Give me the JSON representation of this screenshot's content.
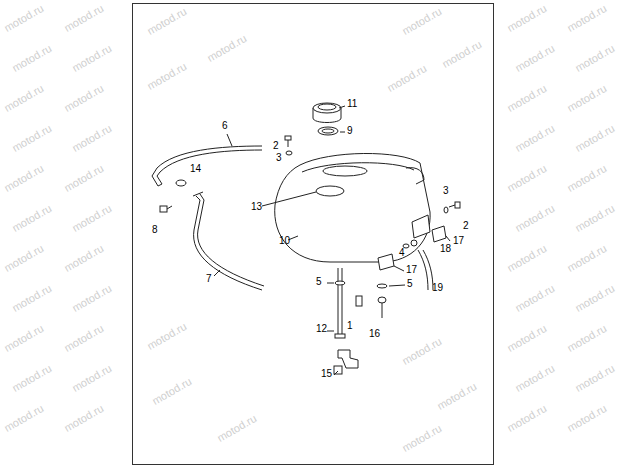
{
  "diagram": {
    "labels": [
      "11",
      "9",
      "6",
      "2",
      "3",
      "14",
      "13",
      "8",
      "10",
      "7",
      "3",
      "2",
      "17",
      "18",
      "4",
      "17",
      "5",
      "5",
      "19",
      "1",
      "12",
      "16",
      "15",
      "motod.ru",
      "motod.ru",
      "motod.ru",
      "motod.ru",
      "motod.ru",
      "motod.ru",
      "motod.ru",
      "motod.ru",
      "motod.ru",
      "motod.ru",
      "motod.ru",
      "motod.ru",
      "motod.ru",
      "motod.ru",
      "motod.ru",
      "motod.ru",
      "motod.ru",
      "motod.ru",
      "motod.ru",
      "motod.ru",
      "motod.ru",
      "motod.ru",
      "motod.ru",
      "motod.ru",
      "motod.ru",
      "motod.ru",
      "motod.ru",
      "motod.ru",
      "motod.ru",
      "motod.ru",
      "motod.ru",
      "motod.ru",
      "motod.ru",
      "motod.ru",
      "motod.ru",
      "motod.ru",
      "motod.ru",
      "motod.ru",
      "motod.ru",
      "motod.ru",
      "motod.ru",
      "motod.ru",
      "motod.ru",
      "motod.ru",
      "motod.ru",
      "motod.ru",
      "motod.ru",
      "motod.ru",
      "motod.ru",
      "motod.ru",
      "motod.ru",
      "motod.ru",
      "motod.ru",
      "motod.ru",
      "motod.ru",
      "motod.ru"
    ]
  }
}
